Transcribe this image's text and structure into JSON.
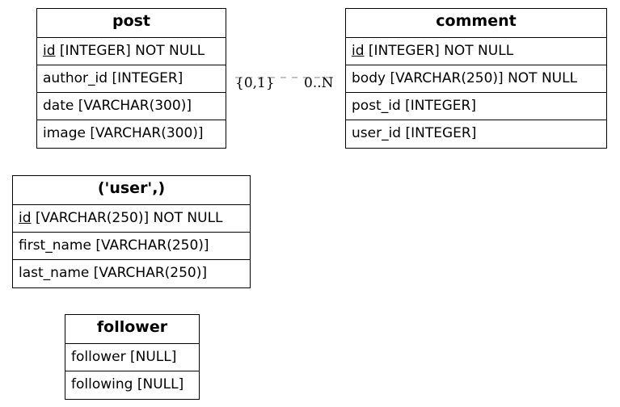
{
  "entities": {
    "post": {
      "title": "post",
      "columns": [
        {
          "name": "id",
          "spec": "[INTEGER] NOT NULL",
          "pk": true
        },
        {
          "name": "author_id",
          "spec": "[INTEGER]",
          "pk": false
        },
        {
          "name": "date",
          "spec": "[VARCHAR(300)]",
          "pk": false
        },
        {
          "name": "image",
          "spec": "[VARCHAR(300)]",
          "pk": false
        }
      ]
    },
    "comment": {
      "title": "comment",
      "columns": [
        {
          "name": "id",
          "spec": "[INTEGER] NOT NULL",
          "pk": true
        },
        {
          "name": "body",
          "spec": "[VARCHAR(250)] NOT NULL",
          "pk": false
        },
        {
          "name": "post_id",
          "spec": "[INTEGER]",
          "pk": false
        },
        {
          "name": "user_id",
          "spec": "[INTEGER]",
          "pk": false
        }
      ]
    },
    "user": {
      "title": "('user',)",
      "columns": [
        {
          "name": "id",
          "spec": "[VARCHAR(250)] NOT NULL",
          "pk": true
        },
        {
          "name": "first_name",
          "spec": "[VARCHAR(250)]",
          "pk": false
        },
        {
          "name": "last_name",
          "spec": "[VARCHAR(250)]",
          "pk": false
        }
      ]
    },
    "follower": {
      "title": "follower",
      "columns": [
        {
          "name": "follower",
          "spec": "[NULL]",
          "pk": false
        },
        {
          "name": "following",
          "spec": "[NULL]",
          "pk": false
        }
      ]
    }
  },
  "relationships": [
    {
      "from": "post",
      "to": "comment",
      "from_cardinality": "{0,1}",
      "to_cardinality": "0..N",
      "line_color": "#a0a0a0",
      "line_style": "dashed"
    }
  ]
}
